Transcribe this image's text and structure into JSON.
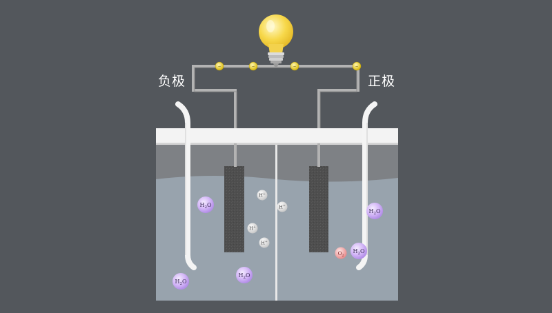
{
  "labels": {
    "negative_electrode": "负极",
    "positive_electrode": "正极"
  },
  "particles": {
    "h2o": {
      "formula": "H",
      "subscript": "2",
      "suffix": "O"
    },
    "h_plus": {
      "symbol": "H",
      "charge": "+"
    },
    "o2": {
      "symbol": "O",
      "subscript": "2"
    },
    "electron": {
      "symbol": "e"
    }
  },
  "colors": {
    "background": "#53575c",
    "lid": "#f2f2f2",
    "tank_gas": "#7e8185",
    "electrolyte": "#98a3ad",
    "electrode": "#555555",
    "wire": "#b3b3b3",
    "bulb": "#f6d34a",
    "h2o_particle": "#d7bff5",
    "o2_particle": "#f2a5a5",
    "h_plus_particle": "#e3e3e3"
  }
}
